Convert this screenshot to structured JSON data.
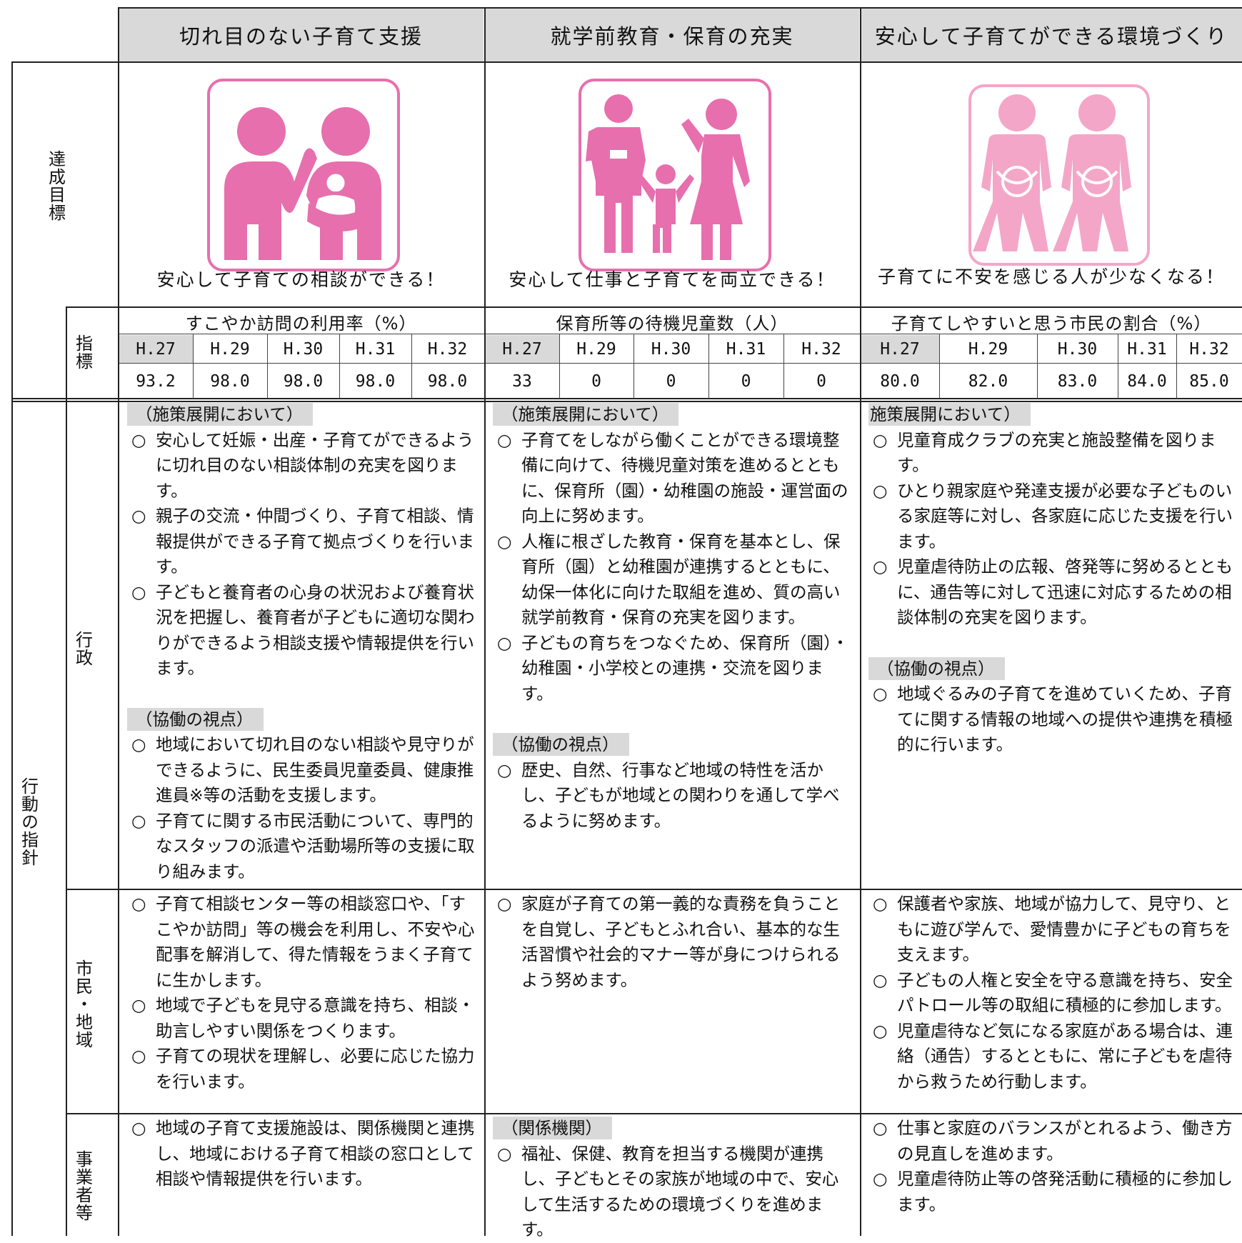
{
  "columns": [
    {
      "header": "切れ目のない子育て支援"
    },
    {
      "header": "就学前教育・保育の充実"
    },
    {
      "header": "安心して子育てができる環境づくり"
    }
  ],
  "row_labels": {
    "goal": "達成目標",
    "indicator": "指標",
    "guideline": "行動の指針",
    "admin": "行政",
    "citizen": "市民・地域",
    "business": "事業者等"
  },
  "goals": [
    {
      "caption": "安心して子育ての相談ができる！",
      "icon": "parent-holding-baby-icon"
    },
    {
      "caption": "安心して仕事と子育てを両立できる！",
      "icon": "family-with-child-icon"
    },
    {
      "caption": "子育てに不安を感じる人が少なくなる！",
      "icon": "pregnant-women-icon"
    }
  ],
  "indicators": [
    {
      "title": "すこやか訪問の利用率（%）",
      "years": [
        "H.27",
        "H.29",
        "H.30",
        "H.31",
        "H.32"
      ],
      "values": [
        "93.2",
        "98.0",
        "98.0",
        "98.0",
        "98.0"
      ]
    },
    {
      "title": "保育所等の待機児童数（人）",
      "years": [
        "H.27",
        "H.29",
        "H.30",
        "H.31",
        "H.32"
      ],
      "values": [
        "33",
        "0",
        "0",
        "0",
        "0"
      ]
    },
    {
      "title": "子育てしやすいと思う市民の割合（%）",
      "years": [
        "H.27",
        "H.29",
        "H.30",
        "H.31",
        "H.32"
      ],
      "values": [
        "80.0",
        "82.0",
        "83.0",
        "84.0",
        "85.0"
      ]
    }
  ],
  "admin": [
    {
      "tag1": "（施策展開において）",
      "items1": [
        "安心して妊娠・出産・子育てができるように切れ目のない相談体制の充実を図ります。",
        "親子の交流・仲間づくり、子育て相談、情報提供ができる子育て拠点づくりを行います。",
        "子どもと養育者の心身の状況および養育状況を把握し、養育者が子どもに適切な関わりができるよう相談支援や情報提供を行います。"
      ],
      "tag2": "（協働の視点）",
      "items2": [
        "地域において切れ目のない相談や見守りができるように、民生委員児童委員、健康推進員※等の活動を支援します。",
        "子育てに関する市民活動について、専門的なスタッフの派遣や活動場所等の支援に取り組みます。"
      ]
    },
    {
      "tag1": "（施策展開において）",
      "items1": [
        "子育てをしながら働くことができる環境整備に向けて、待機児童対策を進めるとともに、保育所（園）・幼稚園の施設・運営面の向上に努めます。",
        "人権に根ざした教育・保育を基本とし、保育所（園）と幼稚園が連携するとともに、幼保一体化に向けた取組を進め、質の高い就学前教育・保育の充実を図ります。",
        "子どもの育ちをつなぐため、保育所（園）・幼稚園・小学校との連携・交流を図ります。"
      ],
      "tag2": "（協働の視点）",
      "items2": [
        "歴史、自然、行事など地域の特性を活かし、子どもが地域との関わりを通して学べるように努めます。"
      ]
    },
    {
      "tag1": "施策展開において）",
      "items1": [
        "児童育成クラブの充実と施設整備を図ります。",
        "ひとり親家庭や発達支援が必要な子どものいる家庭等に対し、各家庭に応じた支援を行います。",
        "児童虐待防止の広報、啓発等に努めるとともに、通告等に対して迅速に対応するための相談体制の充実を図ります。"
      ],
      "tag2": "（協働の視点）",
      "items2": [
        "地域ぐるみの子育てを進めていくため、子育てに関する情報の地域への提供や連携を積極的に行います。"
      ]
    }
  ],
  "citizen": [
    {
      "items": [
        "子育て相談センター等の相談窓口や、「すこやか訪問」等の機会を利用し、不安や心配事を解消して、得た情報をうまく子育てに生かします。",
        "地域で子どもを見守る意識を持ち、相談・助言しやすい関係をつくります。",
        "子育ての現状を理解し、必要に応じた協力を行います。"
      ]
    },
    {
      "items": [
        "家庭が子育ての第一義的な責務を負うことを自覚し、子どもとふれ合い、基本的な生活習慣や社会的マナー等が身につけられるよう努めます。"
      ]
    },
    {
      "items": [
        "保護者や家族、地域が協力して、見守り、ともに遊び学んで、愛情豊かに子どもの育ちを支えます。",
        "子どもの人権と安全を守る意識を持ち、安全パトロール等の取組に積極的に参加します。",
        "児童虐待など気になる家庭がある場合は、連絡（通告）するとともに、常に子どもを虐待から救うため行動します。"
      ]
    }
  ],
  "business": [
    {
      "tag": "",
      "items": [
        "地域の子育て支援施設は、関係機関と連携し、地域における子育て相談の窓口として相談や情報提供を行います。"
      ]
    },
    {
      "tag": "（関係機関）",
      "items": [
        "福祉、保健、教育を担当する機関が連携し、子どもとその家族が地域の中で、安心して生活するための環境づくりを進めます。"
      ]
    },
    {
      "tag": "",
      "items": [
        "仕事と家庭のバランスがとれるよう、働き方の見直しを進めます。",
        "児童虐待防止等の啓発活動に積極的に参加します。"
      ]
    }
  ],
  "colors": {
    "accent_pink": "#e76fae",
    "light_pink": "#f4a6c8",
    "header_gray": "#d9d9d9"
  }
}
